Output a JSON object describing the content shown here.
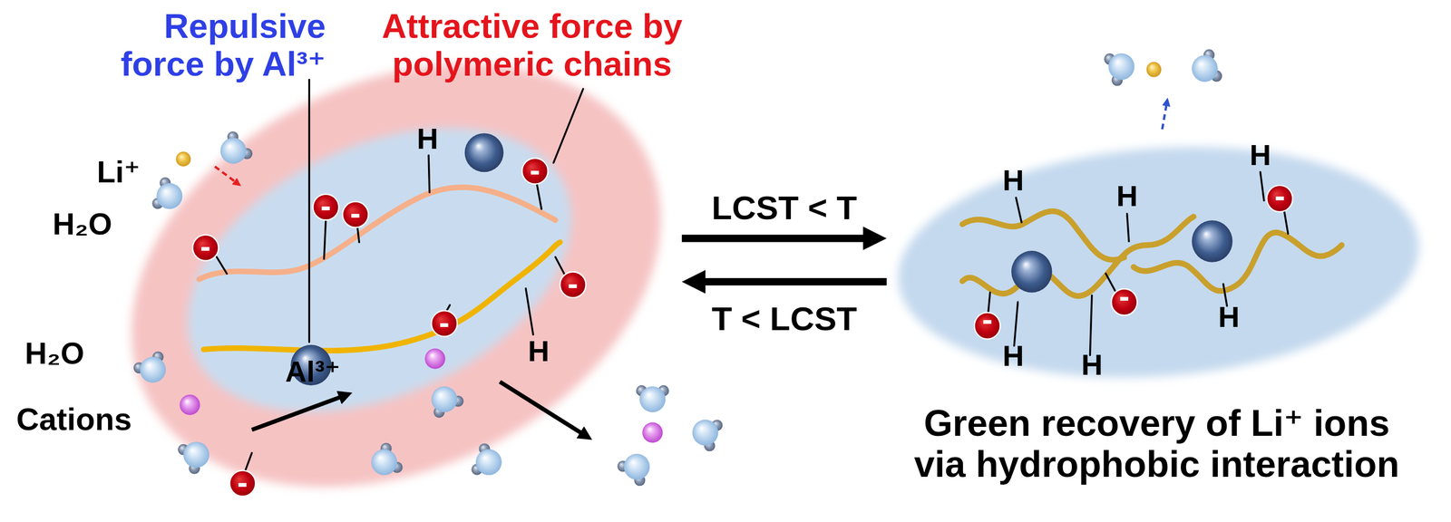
{
  "diagram": {
    "nodes": [
      {
        "text": [
          "Al³⁺",
          "H",
          "H"
        ]
      },
      {
        "text": [
          "H",
          "H",
          "H",
          "H",
          "H",
          "H"
        ]
      }
    ],
    "edges": [
      {
        "from": 0,
        "to": 1,
        "arrow": "to",
        "label": "LCST < T"
      },
      {
        "from": 1,
        "to": 0,
        "arrow": "to",
        "label": "T < LCST"
      }
    ],
    "labels": [
      "Repulsive force by Al³⁺",
      "Attractive force by polymeric chains",
      "Li⁺",
      "H₂O",
      "H₂O",
      "Cations",
      "-",
      "-",
      "-",
      "-",
      "-",
      "-",
      "-",
      "-",
      "-",
      "-",
      "Green recovery of Li⁺ ions via hydrophobic interaction"
    ]
  }
}
